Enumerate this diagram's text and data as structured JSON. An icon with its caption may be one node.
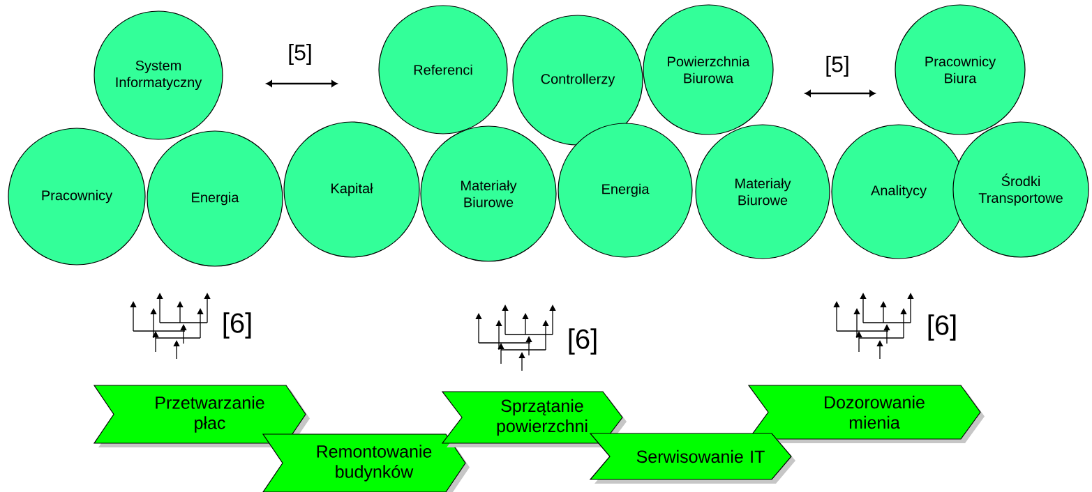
{
  "diagram": {
    "nodes": [
      {
        "text": [
          "System Informatyczny"
        ]
      },
      {
        "text": [
          "Pracownicy"
        ]
      },
      {
        "text": [
          "Energia"
        ]
      },
      {
        "text": [
          "Kapitał"
        ]
      },
      {
        "text": [
          "Referenci"
        ]
      },
      {
        "text": [
          "Controllerzy"
        ]
      },
      {
        "text": [
          "Powierzchnia Biurowa"
        ]
      },
      {
        "text": [
          "Materiały Biurowe"
        ]
      },
      {
        "text": [
          "Energia"
        ]
      },
      {
        "text": [
          "Materiały Biurowe"
        ]
      },
      {
        "text": [
          "Pracownicy Biura"
        ]
      },
      {
        "text": [
          "Analitycy"
        ]
      },
      {
        "text": [
          "Środki Transportowe"
        ]
      },
      {
        "text": [
          "Przetwarzanie płac"
        ]
      },
      {
        "text": [
          "Remontowanie budynków"
        ]
      },
      {
        "text": [
          "Sprzątanie powierzchni"
        ]
      },
      {
        "text": [
          "Serwisowanie IT"
        ]
      },
      {
        "text": [
          "Dozorowanie mienia"
        ]
      }
    ],
    "labels": [
      "[5]",
      "[5]",
      "[6]",
      "[6]",
      "[6]"
    ]
  }
}
